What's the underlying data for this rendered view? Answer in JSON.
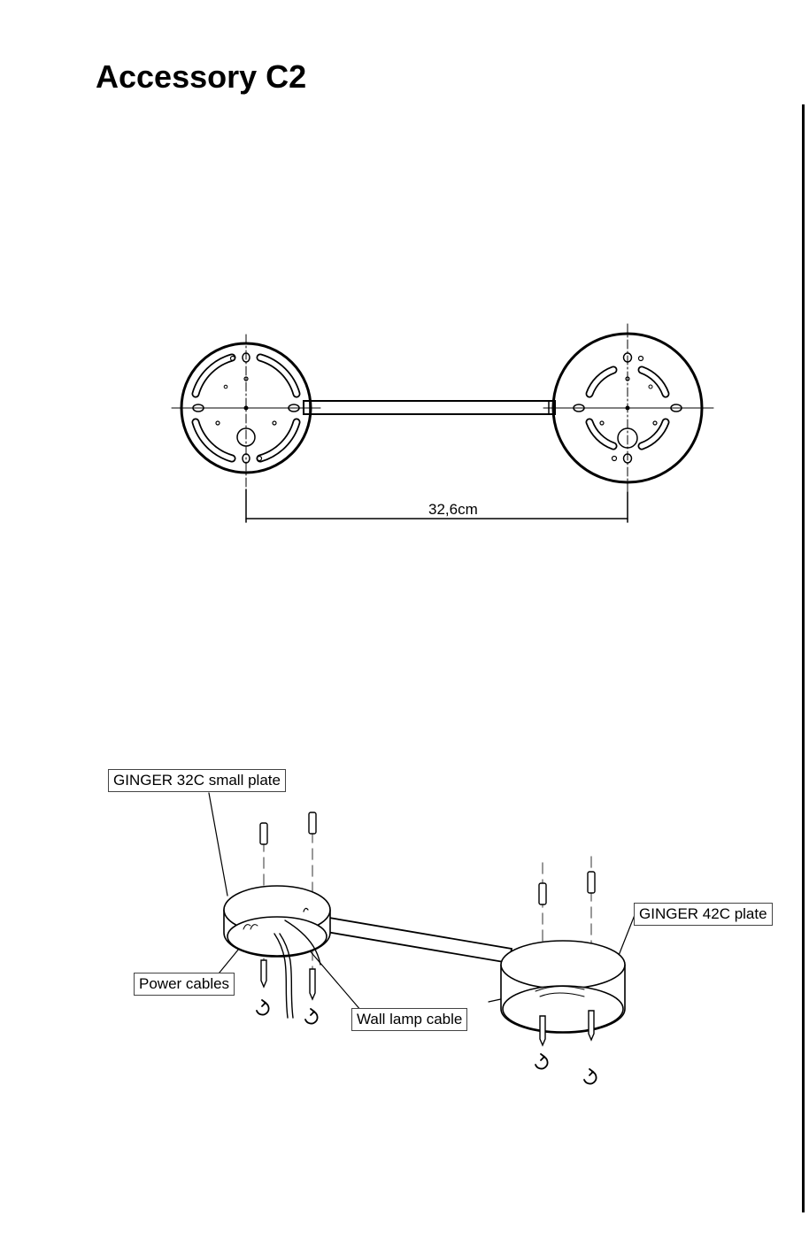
{
  "page": {
    "title": "Accessory C2"
  },
  "top_view": {
    "dimension_label": "32,6cm"
  },
  "exploded_view": {
    "labels": {
      "small_plate": "GINGER 32C small plate",
      "large_plate": "GINGER 42C plate",
      "power_cables": "Power cables",
      "wall_lamp_cable": "Wall lamp cable"
    }
  }
}
